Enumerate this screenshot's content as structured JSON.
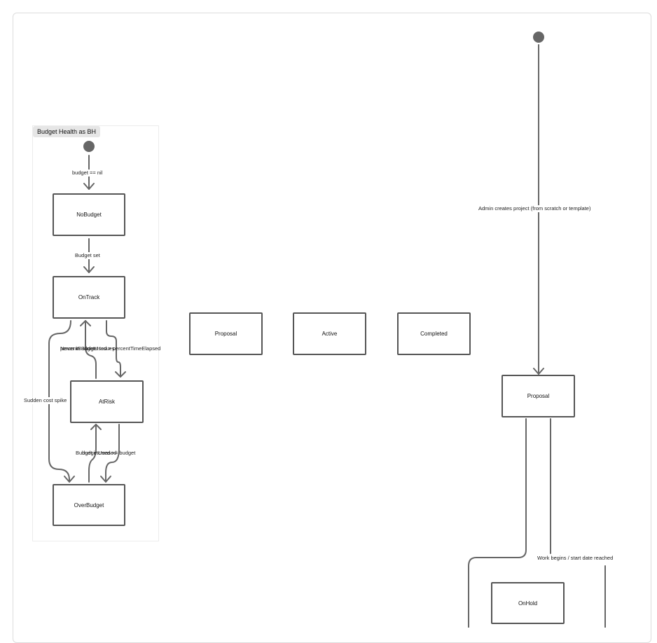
{
  "diagram": {
    "composite": {
      "title": "Budget Health as BH",
      "states": {
        "no_budget": "NoBudget",
        "on_track": "OnTrack",
        "at_risk": "AtRisk",
        "over_budget": "OverBudget"
      },
      "transitions": {
        "init_to_nobudget": "budget == nil",
        "nobudget_to_ontrack": "Budget set",
        "ontrack_to_atrisk": "percentBudgetUsed > percentTimeElapsed",
        "atrisk_to_ontrack": "Never in Budget Issues",
        "ontrack_to_overbudget": "Sudden cost spike",
        "atrisk_to_overbudget": "budgetUsed >= budget",
        "overbudget_to_atrisk": "Budget increased"
      }
    },
    "loose_states": {
      "proposal": "Proposal",
      "active": "Active",
      "completed": "Completed"
    },
    "main_flow": {
      "proposal": "Proposal",
      "on_hold": "OnHold",
      "transitions": {
        "init_to_proposal": "Admin creates project (from scratch or template)",
        "proposal_to_active": "Work begins /  start date reached"
      }
    }
  }
}
